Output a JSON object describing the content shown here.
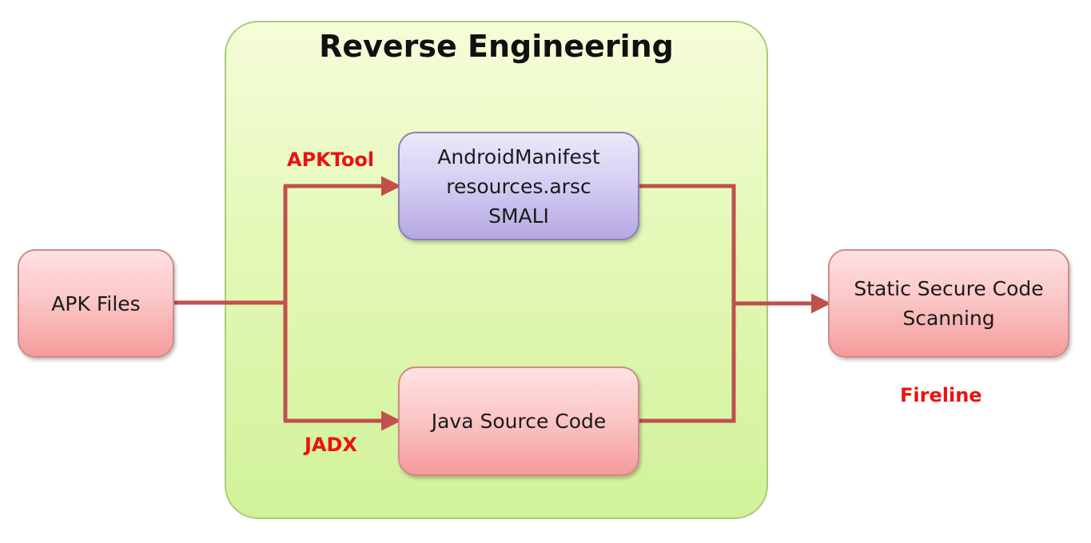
{
  "group": {
    "title": "Reverse Engineering"
  },
  "nodes": {
    "apk_files": "APK Files",
    "manifest": [
      "AndroidManifest",
      "resources.arsc",
      "SMALI"
    ],
    "java_source": "Java Source Code",
    "scanning": [
      "Static Secure Code",
      "Scanning"
    ]
  },
  "edge_labels": {
    "apktool": "APKTool",
    "jadx": "JADX",
    "fireline": "Fireline"
  },
  "colors": {
    "arrow": "#c0504d",
    "label": "#ee1111",
    "group_fill": "#dff6ad",
    "red_box": "#fbc4c4",
    "purple_box": "#d4ccf1"
  }
}
